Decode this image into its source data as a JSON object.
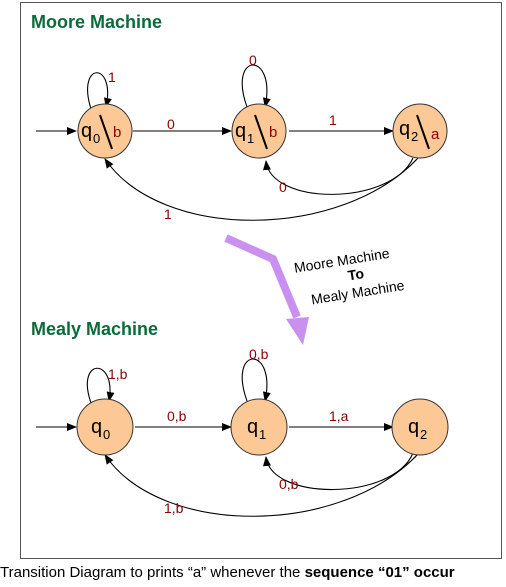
{
  "moore": {
    "title": "Moore Machine",
    "states": [
      {
        "name": "q",
        "sub": "0",
        "output": "b"
      },
      {
        "name": "q",
        "sub": "1",
        "output": "b"
      },
      {
        "name": "q",
        "sub": "2",
        "output": "a"
      }
    ],
    "edges": {
      "loop_q0": "1",
      "loop_q1": "0",
      "q0_q1": "0",
      "q1_q2": "1",
      "q2_q1": "0",
      "q2_q0": "1"
    }
  },
  "conversion": {
    "line1": "Moore  Machine",
    "line2": "To",
    "line3": "Mealy Machine"
  },
  "mealy": {
    "title": "Mealy Machine",
    "states": [
      {
        "name": "q",
        "sub": "0"
      },
      {
        "name": "q",
        "sub": "1"
      },
      {
        "name": "q",
        "sub": "2"
      }
    ],
    "edges": {
      "loop_q0": "1,b",
      "loop_q1": "0,b",
      "q0_q1": "0,b",
      "q1_q2": "1,a",
      "q2_q1": "0,b",
      "q2_q0": "1,b"
    }
  },
  "caption": {
    "prefix": "Transition Diagram to prints “a” whenever the ",
    "bold": "sequence “01” occur"
  },
  "colors": {
    "state_fill": "#fbc896",
    "title": "#0b6b3a",
    "label": "#8b0000",
    "arrow": "#c990f0"
  }
}
